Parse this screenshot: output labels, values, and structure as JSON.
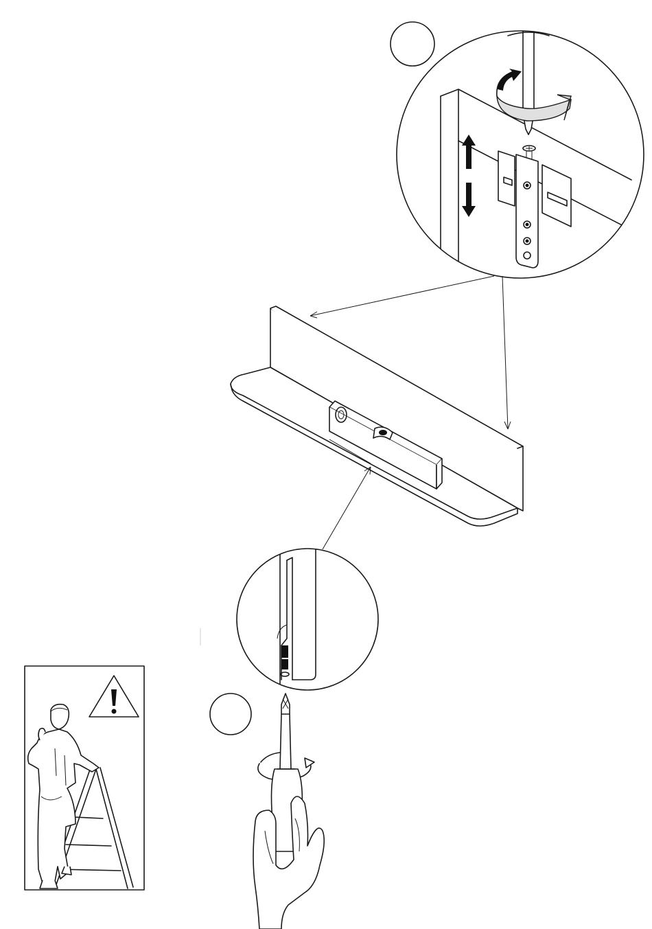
{
  "page": {
    "background": "#ffffff",
    "line_color": "#1a1a1a"
  },
  "steps": [
    {
      "number": "",
      "icon": "screw-adjust-detail"
    },
    {
      "number": "",
      "icon": "screwdriver-hand"
    }
  ],
  "warning": {
    "icon": "warning-triangle-icon",
    "illustration": "person-on-step-ladder"
  }
}
